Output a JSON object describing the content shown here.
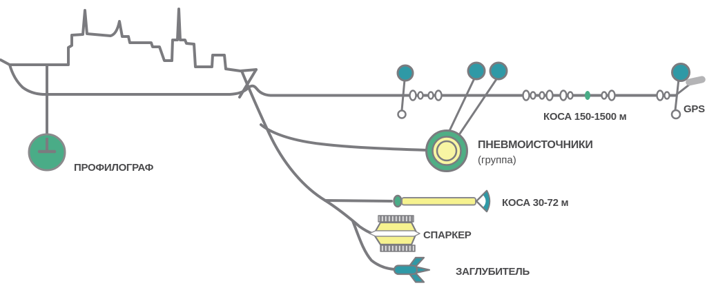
{
  "diagram": {
    "description": "Marine seismic survey towed-equipment scheme behind a research vessel",
    "labels": {
      "profilograph": "ПРОФИЛОГРАФ",
      "airguns": "ПНЕВМОИСТОЧНИКИ",
      "airguns_note": "(группа)",
      "long_streamer": "КОСА 150-1500 м",
      "gps": "GPS",
      "short_streamer": "КОСА 30-72 м",
      "sparker": "СПАРКЕР",
      "depressor": "ЗАГЛУБИТЕЛЬ"
    },
    "icons": [
      "survey-vessel-icon",
      "profilograph-icon",
      "surface-buoy-icon",
      "tail-buoy-gps-icon",
      "gps-antenna-icon",
      "airgun-array-icon",
      "streamer-bead-icon",
      "short-streamer-icon",
      "sparker-icon",
      "depressor-icon"
    ],
    "colors": {
      "line_gray": "#7B7B7F",
      "text_dark": "#4A4A4C",
      "teal": "#2F99A6",
      "green": "#4AAC87",
      "yellow": "#F6F28F",
      "yellow_light": "#F8F5A3",
      "antenna_gray": "#B4B4B6",
      "bead_white": "#FFFFFF"
    }
  }
}
